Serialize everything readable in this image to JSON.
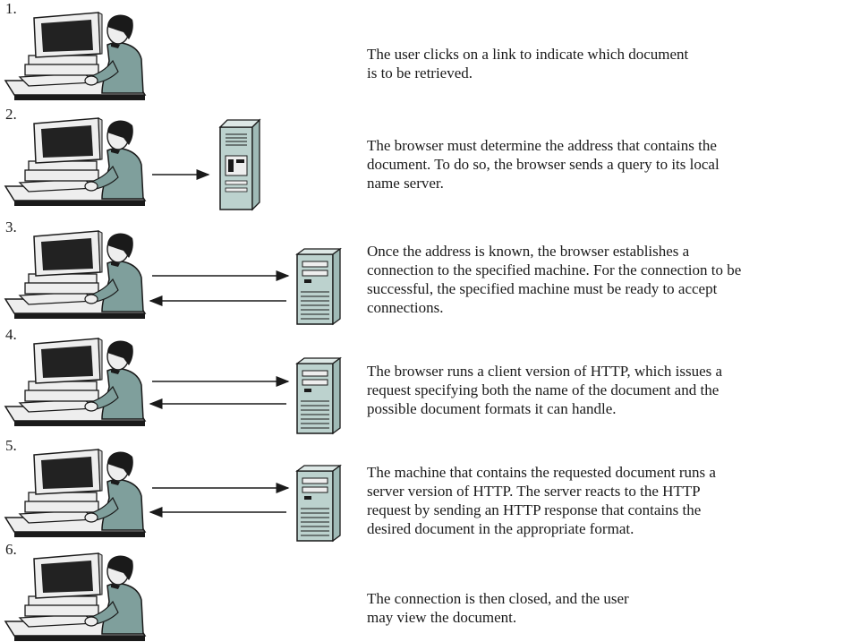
{
  "steps": [
    {
      "number": "1.",
      "text": "The user clicks on a link to indicate which document\nis to be retrieved.",
      "server": "none",
      "arrows": "none"
    },
    {
      "number": "2.",
      "text": "The browser must determine the address that contains the\ndocument. To do so, the browser sends a query to its local\nname server.",
      "server": "name-server",
      "arrows": "outgoing"
    },
    {
      "number": "3.",
      "text": "Once the address is known, the browser establishes a\nconnection to the specified machine. For the connection to be\nsuccessful, the specified machine must be ready to accept\nconnections.",
      "server": "web-server",
      "arrows": "both"
    },
    {
      "number": "4.",
      "text": "The browser runs a client version of HTTP, which issues a\nrequest specifying both the name of the document and the\npossible document formats it can handle.",
      "server": "web-server",
      "arrows": "both"
    },
    {
      "number": "5.",
      "text": "The machine that contains the requested document runs a\nserver version of HTTP. The server reacts to the HTTP\nrequest by sending an HTTP response that contains the\ndesired document in the appropriate format.",
      "server": "web-server",
      "arrows": "both"
    },
    {
      "number": "6.",
      "text": "The connection is then closed, and the user\nmay view the document.",
      "server": "none",
      "arrows": "none"
    }
  ],
  "colors": {
    "ink": "#1a1a1a",
    "computer": "#eeeeee",
    "person": "#7f9f9c",
    "screen": "#222222",
    "server": "#bcd2ce"
  }
}
